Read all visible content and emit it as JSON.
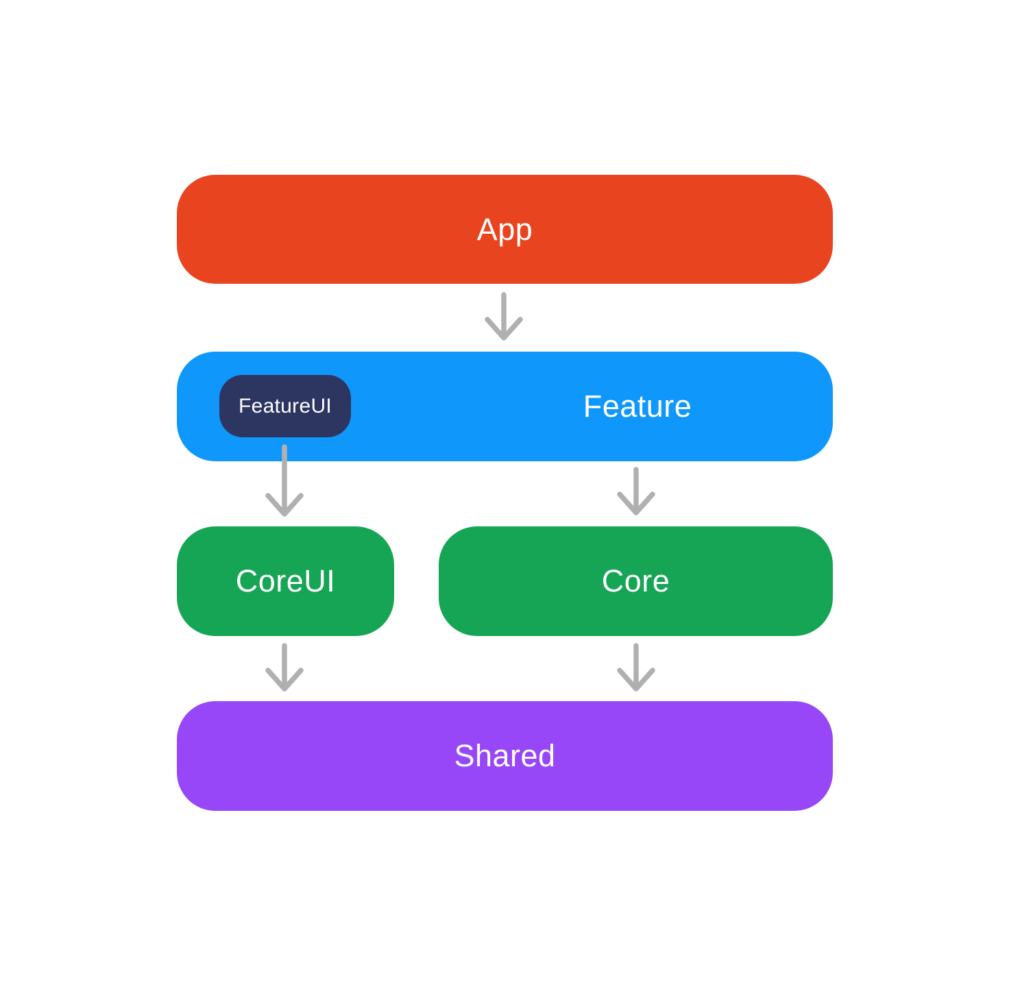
{
  "diagram": {
    "background": "#ffffff",
    "arrow_color": "#b0b0b0",
    "nodes": {
      "app": {
        "label": "App",
        "color": "#e8441f",
        "text_color": "#ffffff"
      },
      "feature": {
        "label": "Feature",
        "color": "#0f97fb",
        "text_color": "#ffffff"
      },
      "feature_ui": {
        "label": "FeatureUI",
        "color": "#2d3561",
        "text_color": "#ffffff"
      },
      "core_ui": {
        "label": "CoreUI",
        "color": "#16a455",
        "text_color": "#ffffff"
      },
      "core": {
        "label": "Core",
        "color": "#16a455",
        "text_color": "#ffffff"
      },
      "shared": {
        "label": "Shared",
        "color": "#9747f8",
        "text_color": "#ffffff"
      }
    },
    "edges": [
      {
        "from": "App",
        "to": "Feature"
      },
      {
        "from": "FeatureUI",
        "to": "CoreUI"
      },
      {
        "from": "Feature",
        "to": "Core"
      },
      {
        "from": "CoreUI",
        "to": "Shared"
      },
      {
        "from": "Core",
        "to": "Shared"
      }
    ]
  }
}
